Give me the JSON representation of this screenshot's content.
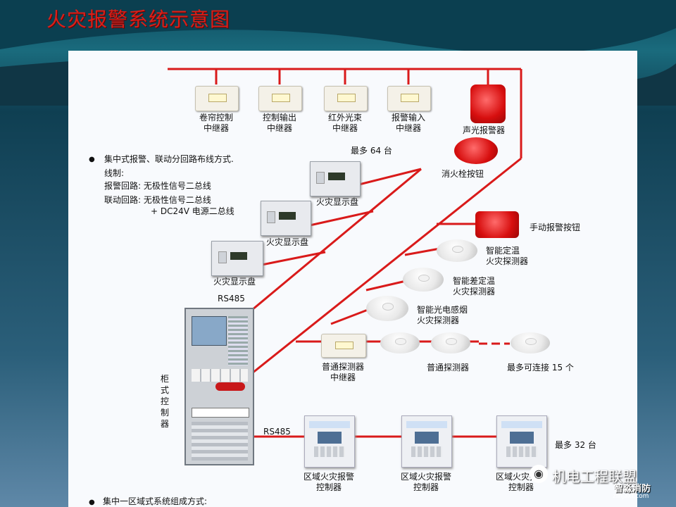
{
  "title": "火灾报警系统示意图",
  "colors": {
    "wire": "#d91a1a",
    "title": "#d9201a"
  },
  "top_devices": [
    {
      "l1": "卷帘控制",
      "l2": "中继器"
    },
    {
      "l1": "控制输出",
      "l2": "中继器"
    },
    {
      "l1": "红外光束",
      "l2": "中继器"
    },
    {
      "l1": "报警输入",
      "l2": "中继器"
    }
  ],
  "sound_light_alarm": "声光报警器",
  "max64": "最多 64 台",
  "hydrant_button": "消火栓按钮",
  "notes": {
    "l1": "集中式报警、联动分回路布线方式.",
    "l2": "线制:",
    "l3": "报警回路: 无极性信号二总线",
    "l4": "联动回路: 无极性信号二总线",
    "l5": "+ DC24V 电源二总线"
  },
  "fire_display": [
    "火灾显示盘",
    "火灾显示盘",
    "火灾显示盘"
  ],
  "manual_button": "手动报警按钮",
  "det_temp": {
    "l1": "智能定温",
    "l2": "火灾探测器"
  },
  "det_diff": {
    "l1": "智能差定温",
    "l2": "火灾探测器"
  },
  "det_smoke": {
    "l1": "智能光电感烟",
    "l2": "火灾探测器"
  },
  "rs485_a": "RS485",
  "rs485_b": "RS485",
  "normal_relay": {
    "l1": "普通探测器",
    "l2": "中继器"
  },
  "normal_det": "普通探测器",
  "max15": "最多可连接 15 个",
  "cabinet": "柜式控制器",
  "regional": [
    {
      "l1": "区域火灾报警",
      "l2": "控制器"
    },
    {
      "l1": "区域火灾报警",
      "l2": "控制器"
    },
    {
      "l1": "区域火灾报警",
      "l2": "控制器"
    }
  ],
  "max32": "最多 32 台",
  "bottom_note": "集中一区域式系统组成方式:",
  "watermark": {
    "main": "机电工程联盟",
    "logo": "智淼消防",
    "url": "zmjaxf.com"
  }
}
